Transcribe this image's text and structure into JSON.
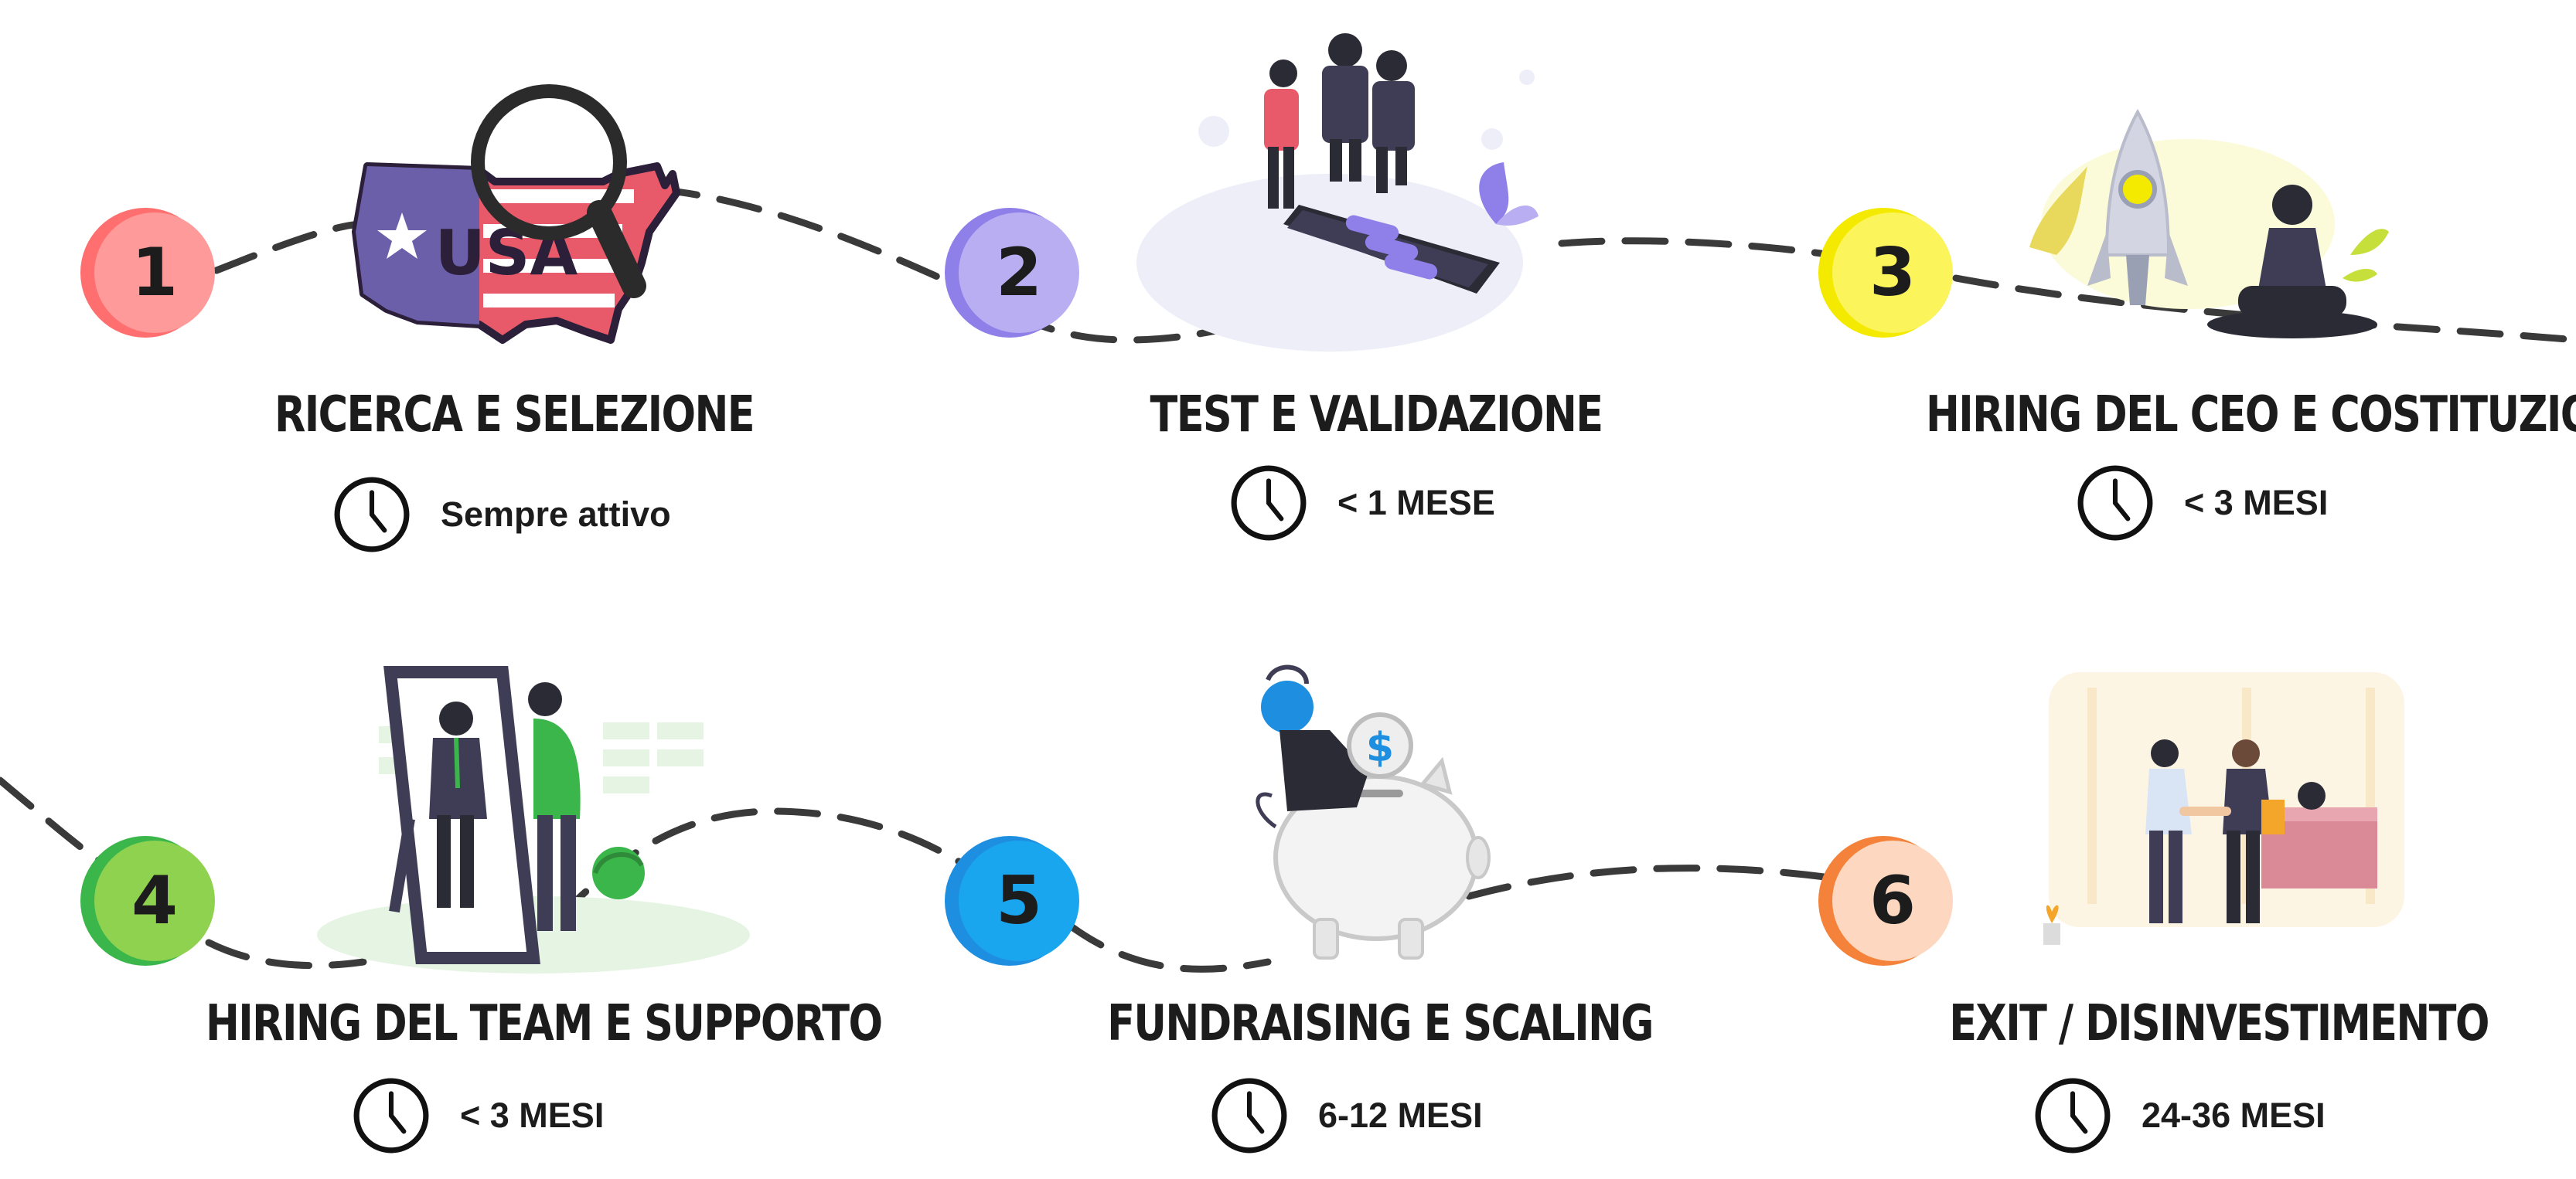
{
  "steps": [
    {
      "number": "1",
      "title": "RICERCA E SELEZIONE",
      "duration": "Sempre attivo",
      "illustration_text": "USA",
      "color": "#ff6f6f",
      "color_light": "#ff9a9a",
      "icon": "usa-map-magnifier-icon"
    },
    {
      "number": "2",
      "title": "TEST E VALIDAZIONE",
      "duration": "< 1 MESE",
      "color": "#8f7fe8",
      "color_light": "#b9aef2",
      "icon": "team-smartphone-icon"
    },
    {
      "number": "3",
      "title": "HIRING DEL CEO E COSTITUZIONE",
      "duration": "< 3 MESI",
      "color": "#f4ea00",
      "color_light": "#fbf45a",
      "icon": "rocket-launch-icon"
    },
    {
      "number": "4",
      "title": "HIRING DEL TEAM E SUPPORTO",
      "duration": "< 3 MESI",
      "color": "#3bb64a",
      "color_light": "#8fd24f",
      "icon": "mirror-person-icon"
    },
    {
      "number": "5",
      "title": "FUNDRAISING E SCALING",
      "duration": "6-12 MESI",
      "color": "#1e8fe0",
      "color_light": "#1aa6ef",
      "icon": "piggy-bank-coin-icon"
    },
    {
      "number": "6",
      "title": "EXIT / DISINVESTIMENTO",
      "duration": "24-36 MESI",
      "color": "#f4823a",
      "color_light": "#fdd7bf",
      "icon": "handshake-icon"
    }
  ],
  "clock_icon": "clock-icon",
  "path_color": "#3a3a3a"
}
